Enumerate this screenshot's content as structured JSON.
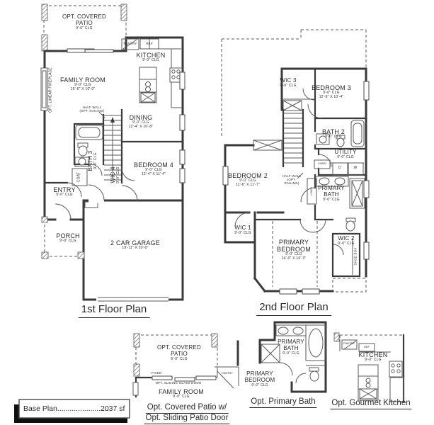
{
  "plan_footer": {
    "base_plan_label": "Base Plan.........................",
    "base_plan_area": "2037 sf"
  },
  "first_floor": {
    "title": "1st Floor Plan",
    "rooms": {
      "patio": {
        "name": "OPT. COVERED PATIO",
        "clg": "9'-0\" CLG"
      },
      "kitchen": {
        "name": "KITCHEN",
        "clg": "9'-0\" CLG"
      },
      "family": {
        "name": "FAMILY ROOM",
        "clg": "9'-0\" CLG",
        "dims": "15'-6\" X 16'-0\""
      },
      "dining": {
        "name": "DINING",
        "clg": "9'-0\" CLG",
        "dims": "12'-4\" X 10'-8\""
      },
      "bath3": {
        "name": "BATH 3",
        "clg": "9'-0\" CLG"
      },
      "wic4": {
        "name": "WIC 4",
        "clg": "9'-0\" CLG"
      },
      "bedroom4": {
        "name": "BEDROOM 4",
        "clg": "9'-0\" CLG",
        "dims": "12'-4\" X 11'-4\""
      },
      "entry": {
        "name": "ENTRY",
        "clg": "9'-0\" CLG"
      },
      "porch": {
        "name": "PORCH",
        "clg": "9'-0\" CLG"
      },
      "garage": {
        "name": "2 CAR GARAGE",
        "dims": "19'-11\" X 20'-0\""
      }
    },
    "annotations": {
      "fireplace": "OPT. LINEAR FIREPLACE",
      "half_wall": "HALF WALL (OPT. RAILING)",
      "pantry": "PANTRY",
      "ref": "REF",
      "coat": "COAT"
    }
  },
  "second_floor": {
    "title": "2nd Floor Plan",
    "rooms": {
      "wic3": {
        "name": "WIC 3",
        "clg": "9'-0\" CLG"
      },
      "bedroom3": {
        "name": "BEDROOM 3",
        "clg": "9'-0\" CLG",
        "dims": "12'-9\" X 10'-4\""
      },
      "bath2": {
        "name": "BATH 2",
        "clg": "9'-0\" CLG"
      },
      "utility": {
        "name": "UTILITY",
        "clg": "9'-0\" CLG"
      },
      "bedroom2": {
        "name": "BEDROOM 2",
        "clg": "9'-0\" CLG",
        "dims": "11'-6\" X 11'-7\""
      },
      "primary_bath": {
        "name": "PRIMARY BATH",
        "clg": "9'-0\" CLG"
      },
      "wic1": {
        "name": "WIC 1",
        "clg": "9'-0\" CLG"
      },
      "primary_bedroom": {
        "name": "PRIMARY BEDROOM",
        "clg": "9'-0\" CLG",
        "dims": "14'-0\" X 16'-3\""
      },
      "wic2": {
        "name": "WIC 2",
        "clg": "9'-0\" CLG"
      }
    },
    "annotations": {
      "half_wall": "HALF WALL (OPT. RAILING)",
      "linen_a": "LINEN",
      "linen_b": "LINEN",
      "shoe_box": "SHOE BOX",
      "dryer": "D",
      "washer": "W"
    }
  },
  "options": {
    "patio": {
      "caption_line1": "Opt. Covered Patio w/",
      "caption_line2": "Opt. Sliding Patio Door",
      "rooms": {
        "patio": {
          "name": "OPT. COVERED PATIO",
          "clg": "9'-0\" CLG"
        },
        "family": {
          "name": "FAMILY ROOM",
          "clg": "9'-0\" CLG"
        }
      },
      "annotations": {
        "fixed": "FIXED",
        "sliding_door": "OPT. SLIDING GLASS DOOR",
        "pantry": "PANTRY"
      }
    },
    "primary_bath": {
      "caption": "Opt. Primary Bath",
      "rooms": {
        "primary_bath": {
          "name": "PRIMARY BATH",
          "clg": "9'-0\" CLG"
        },
        "primary_bedroom": {
          "name": "PRIMARY BEDROOM",
          "clg": "9'-0\" CLG"
        }
      }
    },
    "gourmet_kitchen": {
      "caption": "Opt. Gourmet Kitchen",
      "rooms": {
        "kitchen": {
          "name": "KITCHEN",
          "clg": "9'-0\" CLG"
        }
      },
      "annotations": {
        "pantry": "PANTRY",
        "ref": "REF"
      }
    }
  },
  "colors": {
    "line": "#3a3a3a",
    "background": "#ffffff"
  }
}
